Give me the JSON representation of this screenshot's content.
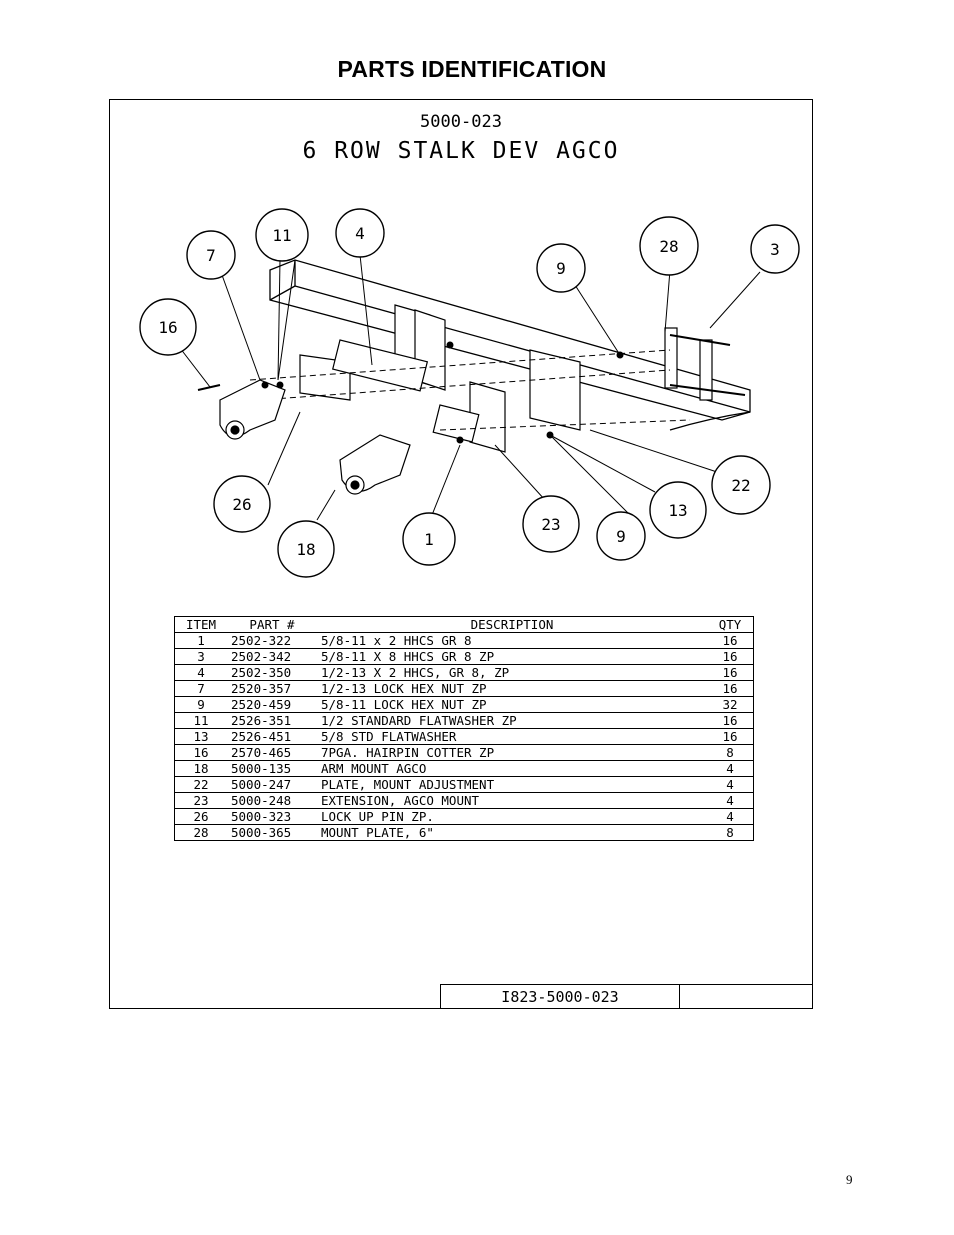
{
  "page": {
    "title": "PARTS IDENTIFICATION",
    "page_number": "9"
  },
  "drawing": {
    "number": "5000-023",
    "name": "6 ROW STALK DEV AGCO",
    "drawing_id": "I823-5000-023",
    "balloons": [
      "11",
      "4",
      "7",
      "16",
      "9",
      "28",
      "3",
      "22",
      "13",
      "9",
      "23",
      "1",
      "26",
      "18"
    ]
  },
  "parts_table": {
    "headers": [
      "ITEM",
      "PART #",
      "DESCRIPTION",
      "QTY"
    ],
    "rows": [
      [
        "1",
        "2502-322",
        "5/8-11 x 2 HHCS GR 8",
        "16"
      ],
      [
        "3",
        "2502-342",
        "5/8-11 X 8 HHCS GR 8 ZP",
        "16"
      ],
      [
        "4",
        "2502-350",
        "1/2-13 X 2 HHCS, GR 8, ZP",
        "16"
      ],
      [
        "7",
        "2520-357",
        "1/2-13 LOCK HEX NUT ZP",
        "16"
      ],
      [
        "9",
        "2520-459",
        "5/8-11 LOCK HEX NUT ZP",
        "32"
      ],
      [
        "11",
        "2526-351",
        "1/2 STANDARD FLATWASHER ZP",
        "16"
      ],
      [
        "13",
        "2526-451",
        "5/8 STD FLATWASHER",
        "16"
      ],
      [
        "16",
        "2570-465",
        "7PGA. HAIRPIN COTTER ZP",
        "8"
      ],
      [
        "18",
        "5000-135",
        "ARM MOUNT AGCO",
        "4"
      ],
      [
        "22",
        "5000-247",
        "PLATE, MOUNT ADJUSTMENT",
        "4"
      ],
      [
        "23",
        "5000-248",
        "EXTENSION, AGCO MOUNT",
        "4"
      ],
      [
        "26",
        "5000-323",
        "LOCK UP PIN ZP.",
        "4"
      ],
      [
        "28",
        "5000-365",
        "MOUNT PLATE, 6\"",
        "8"
      ]
    ]
  }
}
